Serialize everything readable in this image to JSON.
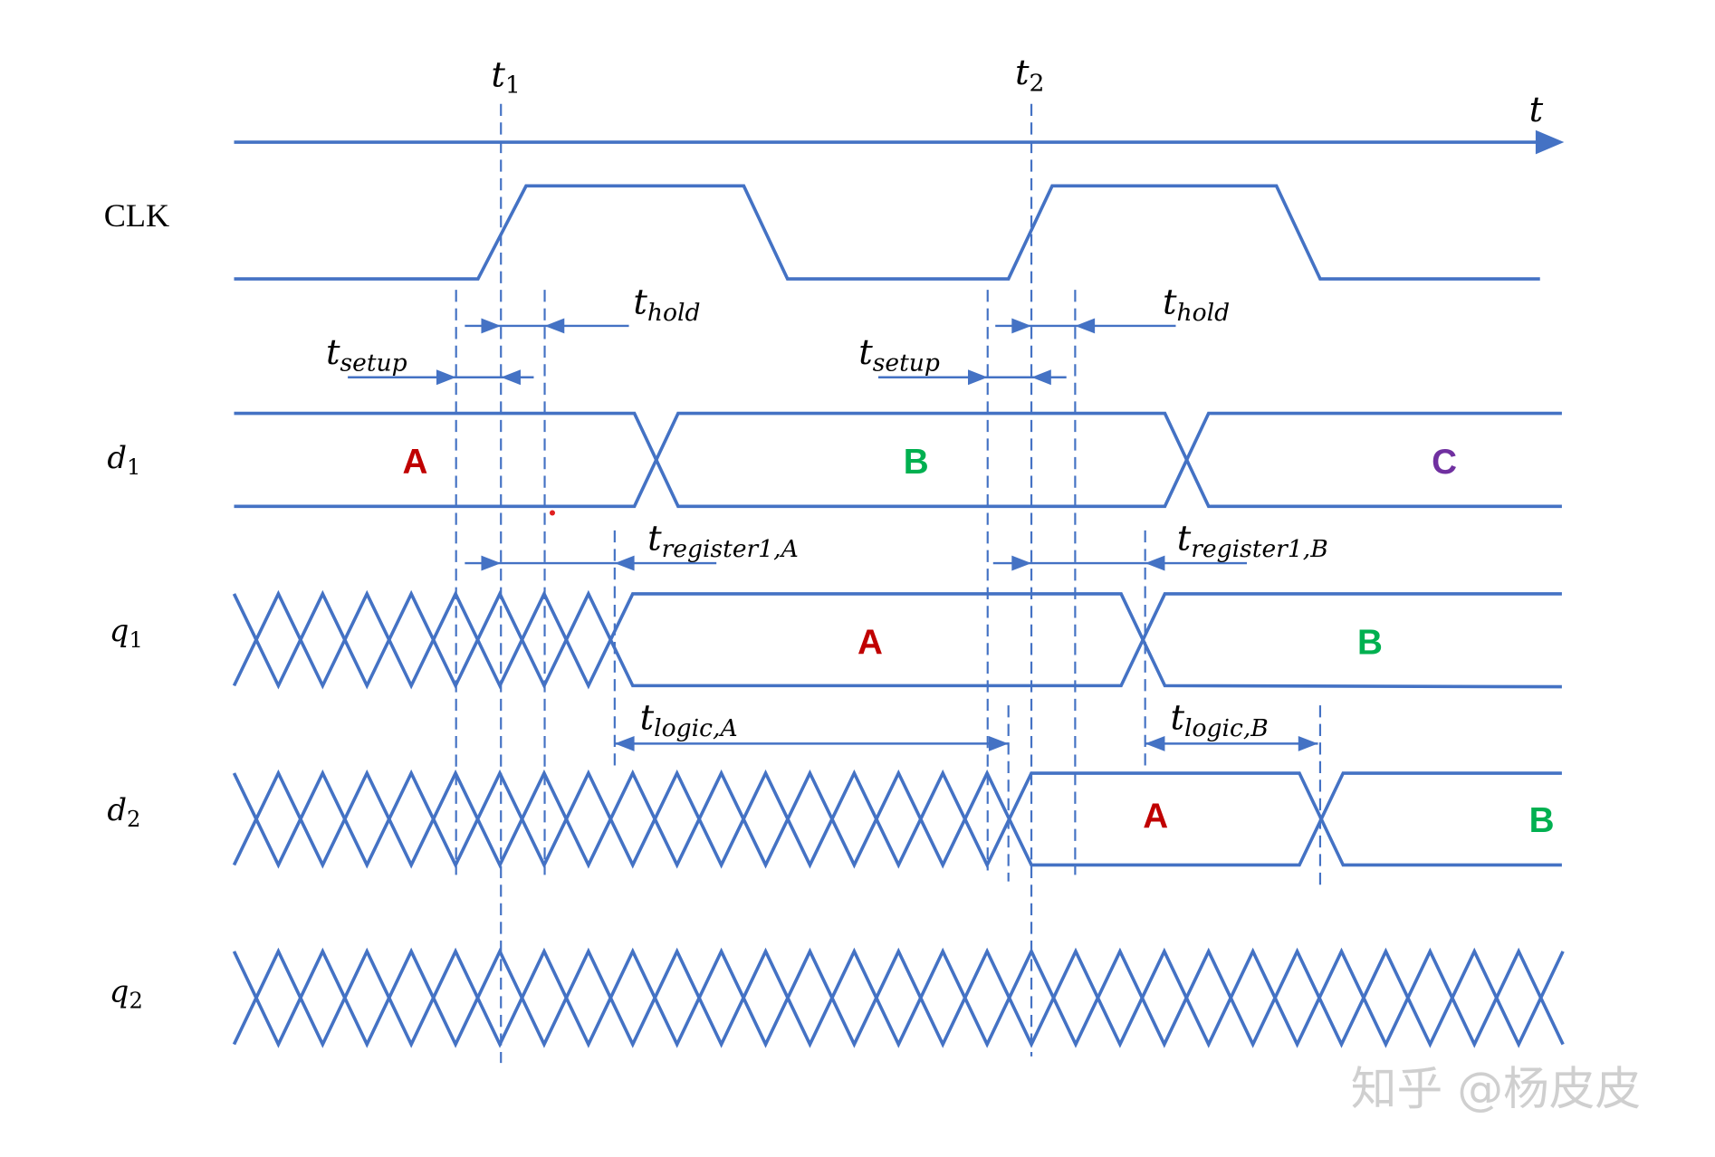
{
  "time_axis": {
    "label": "t"
  },
  "clock_edges": [
    {
      "main": "t",
      "sub": "1"
    },
    {
      "main": "t",
      "sub": "2"
    }
  ],
  "signals": {
    "clk": {
      "label": "CLK"
    },
    "d1": {
      "main": "d",
      "sub": "1",
      "values": [
        "A",
        "B",
        "C"
      ]
    },
    "q1": {
      "main": "q",
      "sub": "1",
      "values": [
        "A",
        "B"
      ]
    },
    "d2": {
      "main": "d",
      "sub": "2",
      "values": [
        "A",
        "B"
      ]
    },
    "q2": {
      "main": "q",
      "sub": "2"
    }
  },
  "intervals": {
    "hold_t1": {
      "main": "t",
      "sub": "hold"
    },
    "setup_t1": {
      "main": "t",
      "sub": "setup"
    },
    "hold_t2": {
      "main": "t",
      "sub": "hold"
    },
    "setup_t2": {
      "main": "t",
      "sub": "setup"
    },
    "register1_A": {
      "main": "t",
      "sub": "register1,A"
    },
    "register1_B": {
      "main": "t",
      "sub": "register1,B"
    },
    "logic_A": {
      "main": "t",
      "sub": "logic,A"
    },
    "logic_B": {
      "main": "t",
      "sub": "logic,B"
    }
  },
  "colors": {
    "waveform": "#4472C4",
    "value_A": "#C00000",
    "value_B": "#00B050",
    "value_C": "#7030A0"
  },
  "watermark": "知乎 @杨皮皮"
}
